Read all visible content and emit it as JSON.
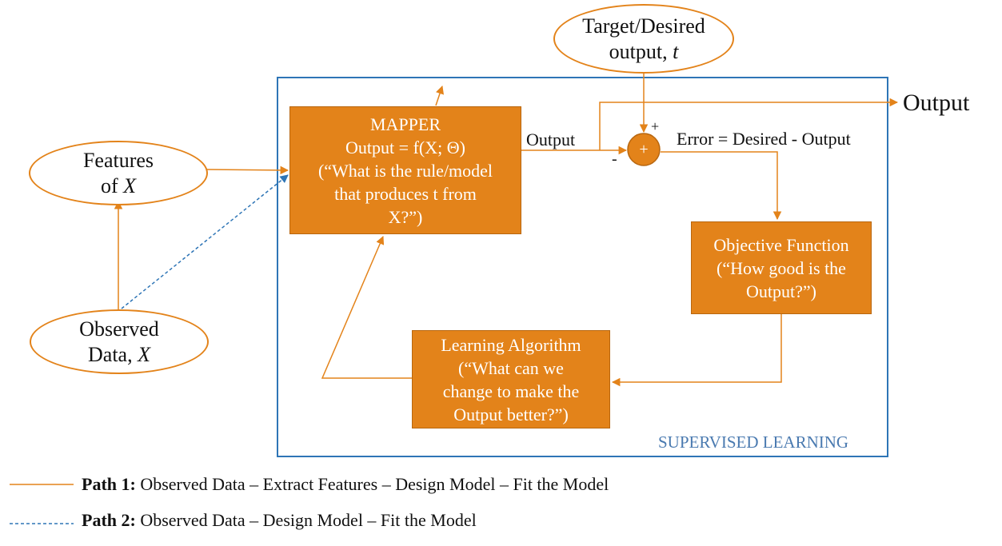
{
  "nodes": {
    "target": {
      "line1": "Target/Desired",
      "line2_prefix": "output, ",
      "line2_var": "t"
    },
    "features": {
      "line1": "Features",
      "line2_prefix": "of ",
      "line2_var": "X"
    },
    "observed": {
      "line1": "Observed",
      "line2_prefix": "Data, ",
      "line2_var": "X"
    },
    "mapper": {
      "title": "MAPPER",
      "formula": "Output = f(X; Θ)",
      "line1": "(“What is the rule/model",
      "line2": "that produces t from",
      "line3": "X?”)"
    },
    "objective": {
      "line1": "Objective Function",
      "line2": "(“How good is the",
      "line3": "Output?”)"
    },
    "learning": {
      "line1": "Learning Algorithm",
      "line2": "(“What can we",
      "line3": "change to make the",
      "line4": "Output better?”)"
    },
    "sum": {
      "symbol": "+"
    }
  },
  "labels": {
    "mapper_output": "Output",
    "final_output": "Output",
    "error": "Error = Desired - Output",
    "plus": "+",
    "minus": "-",
    "container": "SUPERVISED LEARNING"
  },
  "legend": [
    {
      "bold": "Path 1:",
      "text": " Observed Data – Extract Features – Design Model – Fit the Model",
      "style": "solid"
    },
    {
      "bold": "Path 2:",
      "text": " Observed Data – Design Model – Fit the Model",
      "style": "dashed"
    }
  ],
  "colors": {
    "orange": "#e3831a",
    "container_border": "#2e75b6",
    "container_label": "#4a7ab0",
    "dashed_path": "#2e75b6"
  }
}
